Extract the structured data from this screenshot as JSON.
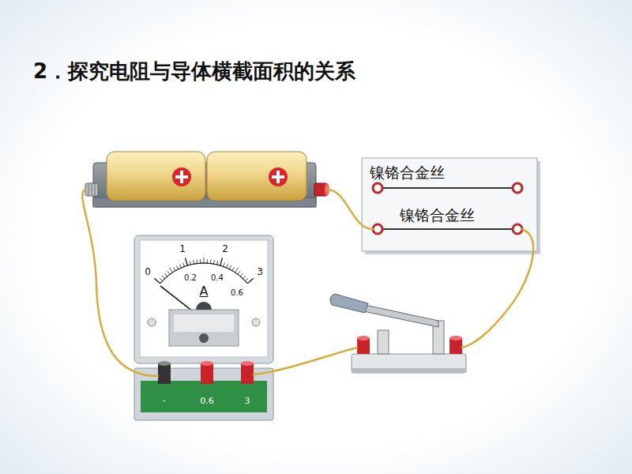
{
  "diagram": {
    "title": "2．探究电阻与导体横截面积的关系",
    "nodes": [
      {
        "text": [
          "镍铬合金丝",
          "镍铬合金丝"
        ]
      },
      {
        "text": [
          "A"
        ]
      }
    ],
    "labels": [
      "0",
      "1",
      "2",
      "3",
      "0.2",
      "0.4",
      "0.6",
      "-",
      "0.6",
      "3"
    ]
  }
}
